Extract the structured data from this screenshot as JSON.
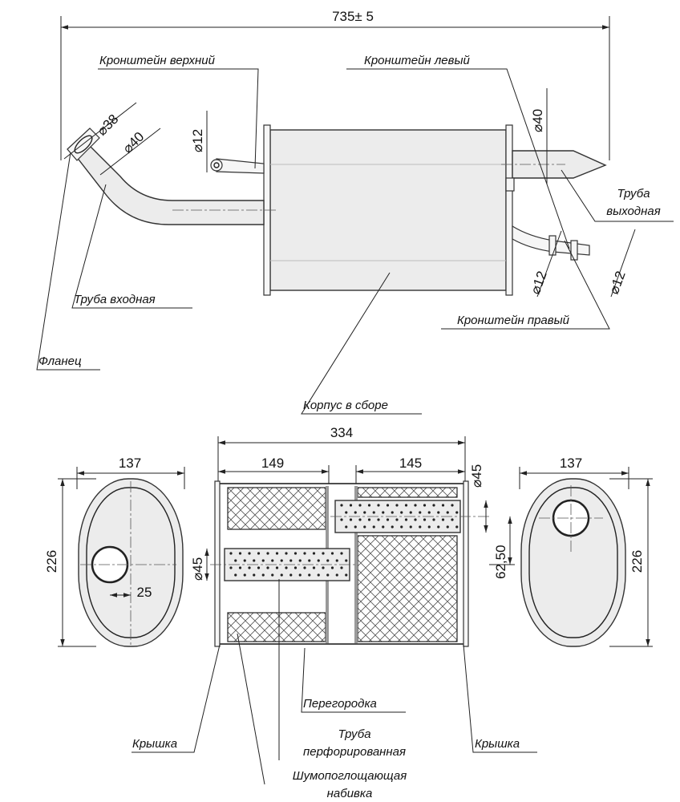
{
  "top_view": {
    "overall_length": "735± 5",
    "inlet_flange_d1": "⌀38",
    "inlet_pipe_d": "⌀40",
    "upper_bracket_d": "⌀12",
    "outlet_pipe_d": "⌀40",
    "right_bracket_d1": "⌀12",
    "right_bracket_d2": "⌀12"
  },
  "labels": {
    "upper_bracket": "Кронштейн верхний",
    "left_bracket": "Кронштейн левый",
    "outlet_pipe_line1": "Труба",
    "outlet_pipe_line2": "выходная",
    "inlet_pipe": "Труба входная",
    "right_bracket": "Кронштейн правый",
    "flange": "Фланец",
    "body_assembly": "Корпус в сборе",
    "partition": "Перегородка",
    "perforated_pipe_line1": "Труба",
    "perforated_pipe_line2": "перфорированная",
    "cover_left": "Крышка",
    "cover_right": "Крышка",
    "packing_line1": "Шумопоглощающая",
    "packing_line2": "набивка"
  },
  "section_view": {
    "total_length": "334",
    "left_chamber": "149",
    "right_chamber": "145",
    "inner_pipe_d_left": "⌀45",
    "inner_pipe_d_right": "⌀45",
    "offset": "62,50"
  },
  "end_views": {
    "left_width": "137",
    "left_height": "226",
    "left_offset": "25",
    "right_width": "137",
    "right_height": "226"
  }
}
